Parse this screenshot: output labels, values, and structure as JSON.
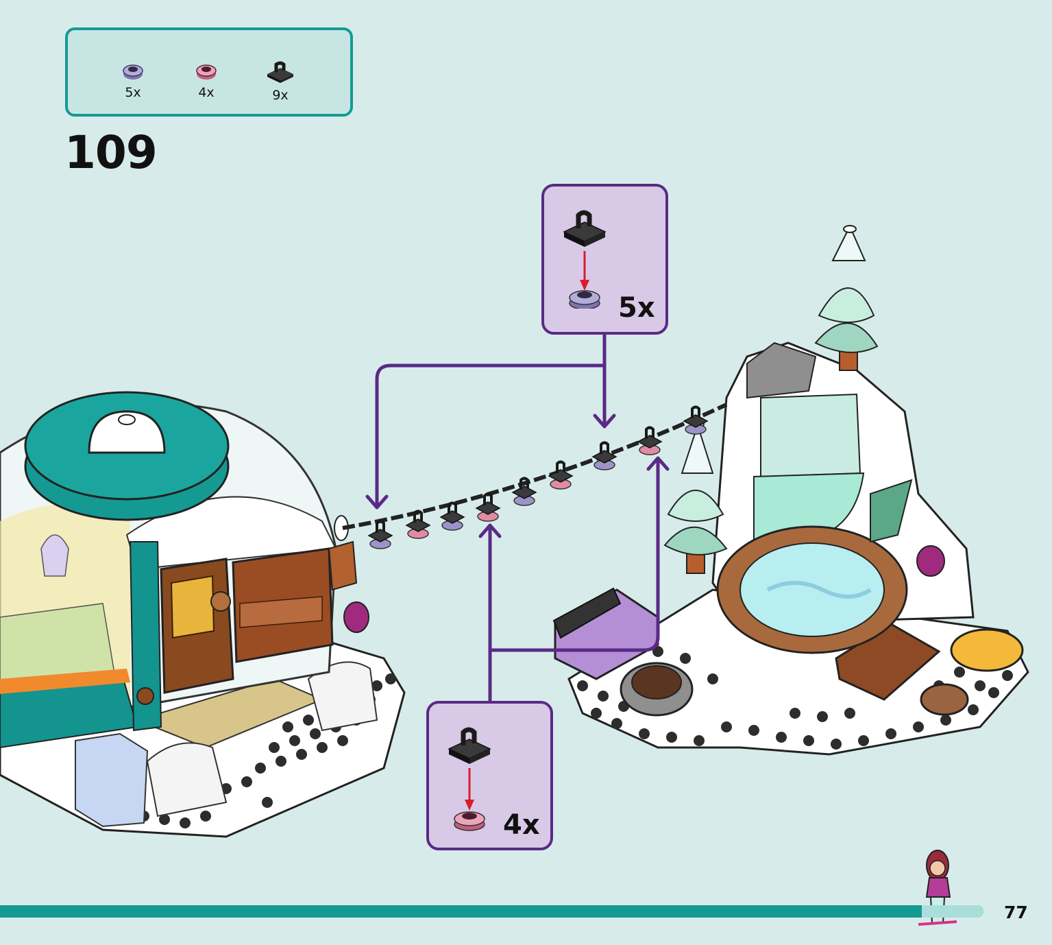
{
  "parts_list": {
    "items": [
      {
        "icon": "lavender-round-tile-icon",
        "color": "#9c94c8",
        "qty": "5x"
      },
      {
        "icon": "pink-round-tile-icon",
        "color": "#e28aa5",
        "qty": "4x"
      },
      {
        "icon": "black-clip-plate-icon",
        "color": "#2a2a2a",
        "qty": "9x"
      }
    ]
  },
  "step": {
    "number": "109"
  },
  "callouts": {
    "top": {
      "qty": "5x",
      "color": "#9c94c8"
    },
    "bottom": {
      "qty": "4x",
      "color": "#e28aa5"
    }
  },
  "colors": {
    "accent": "#149a93",
    "callout_border": "#5a2a86",
    "callout_bg": "#d8c9e7",
    "arrow": "#d81e2a"
  },
  "page": {
    "number": "77"
  }
}
